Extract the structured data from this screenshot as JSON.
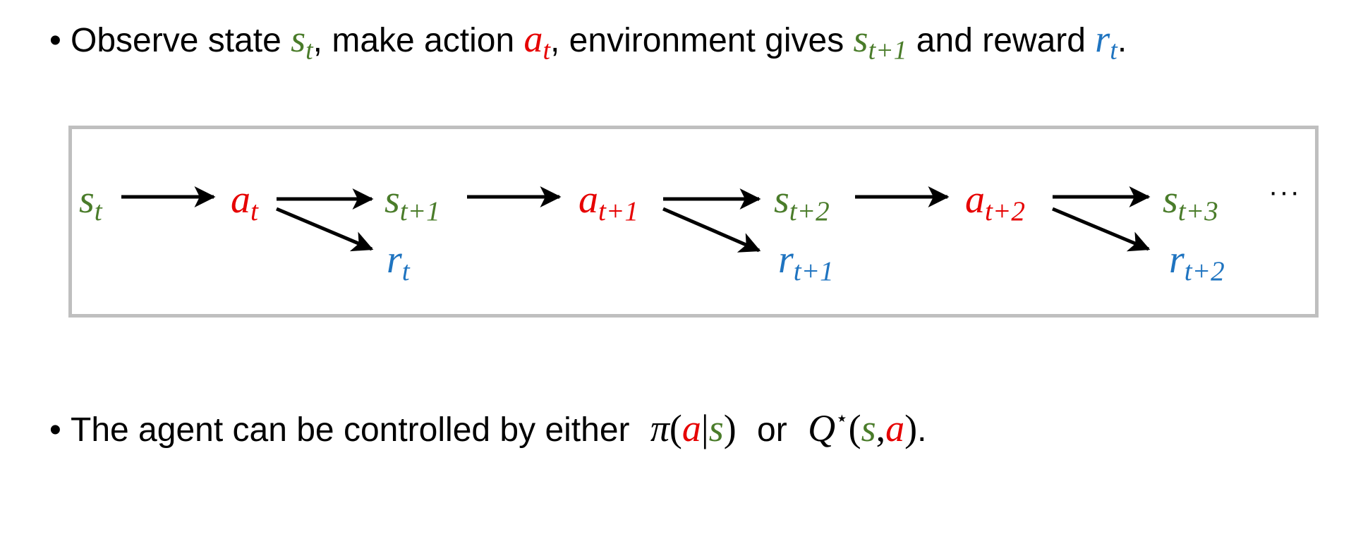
{
  "line1": {
    "bullet": "•",
    "t1": "Observe state ",
    "s_t": {
      "base": "s",
      "sub": "t"
    },
    "t2": ", make action ",
    "a_t": {
      "base": "a",
      "sub": "t"
    },
    "t3": ", environment gives ",
    "s_t1": {
      "base": "s",
      "sub": "t+1"
    },
    "t4": " and reward ",
    "r_t": {
      "base": "r",
      "sub": "t"
    },
    "t5": "."
  },
  "diagram": {
    "nodes": [
      {
        "id": "s0",
        "base": "s",
        "sub": "t",
        "kind": "state"
      },
      {
        "id": "a0",
        "base": "a",
        "sub": "t",
        "kind": "action"
      },
      {
        "id": "s1",
        "base": "s",
        "sub": "t+1",
        "kind": "state"
      },
      {
        "id": "r0",
        "base": "r",
        "sub": "t",
        "kind": "reward"
      },
      {
        "id": "a1",
        "base": "a",
        "sub": "t+1",
        "kind": "action"
      },
      {
        "id": "s2",
        "base": "s",
        "sub": "t+2",
        "kind": "state"
      },
      {
        "id": "r1",
        "base": "r",
        "sub": "t+1",
        "kind": "reward"
      },
      {
        "id": "a2",
        "base": "a",
        "sub": "t+2",
        "kind": "action"
      },
      {
        "id": "s3",
        "base": "s",
        "sub": "t+3",
        "kind": "state"
      },
      {
        "id": "r2",
        "base": "r",
        "sub": "t+2",
        "kind": "reward"
      }
    ],
    "edges": [
      [
        "s0",
        "a0"
      ],
      [
        "a0",
        "s1"
      ],
      [
        "a0",
        "r0"
      ],
      [
        "s1",
        "a1"
      ],
      [
        "a1",
        "s2"
      ],
      [
        "a1",
        "r1"
      ],
      [
        "s2",
        "a2"
      ],
      [
        "a2",
        "s3"
      ],
      [
        "a2",
        "r2"
      ]
    ],
    "ellipsis": "···"
  },
  "line2": {
    "bullet": "•",
    "t1": "The agent can be controlled by either ",
    "pi": "π",
    "open": "(",
    "a": "a",
    "bar": "|",
    "s": "s",
    "close": ")",
    "t2": " or ",
    "Q": "Q",
    "star": "⋆",
    "open2": "(",
    "s2": "s",
    "comma": ",",
    "a2": "a",
    "close2": ")",
    "t3": "."
  },
  "colors": {
    "state": "#4a7c2a",
    "action": "#e60000",
    "reward": "#1f74c0",
    "border": "#bfbfbf"
  }
}
